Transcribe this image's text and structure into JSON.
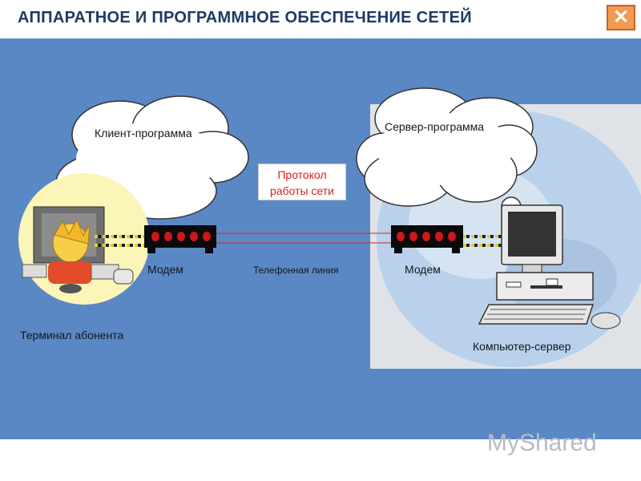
{
  "header": {
    "title": "АППАРАТНОЕ И ПРОГРАММНОЕ ОБЕСПЕЧЕНИЕ СЕТЕЙ",
    "close_icon": "close-icon"
  },
  "diagram": {
    "client_cloud": "Клиент-программа",
    "server_cloud": "Сервер-программа",
    "protocol": "Протокол\nработы сети",
    "modem_left": "Модем",
    "modem_right": "Модем",
    "phone_line": "Телефонная линия",
    "terminal": "Терминал абонента",
    "server": "Компьютер-сервер"
  },
  "watermark": "MyShared",
  "colors": {
    "background": "#5a88c4",
    "title": "#1f3a64",
    "protocol_text": "#d42020",
    "close_button": "#f29a52"
  }
}
